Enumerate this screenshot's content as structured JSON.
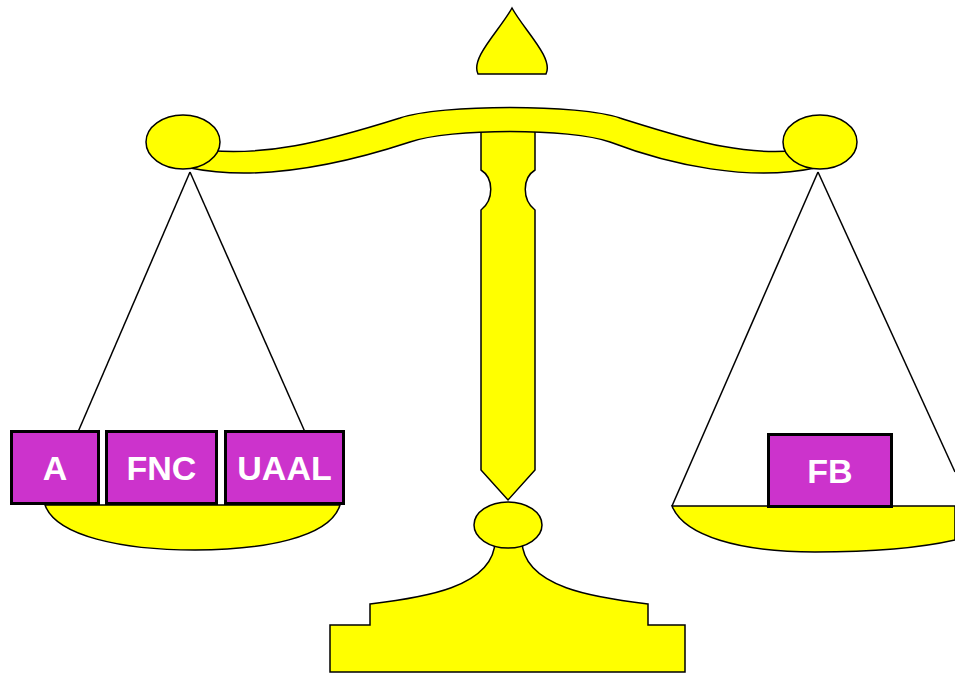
{
  "diagram": {
    "nodes": [
      {
        "text": [
          "A"
        ]
      },
      {
        "text": [
          "FNC"
        ]
      },
      {
        "text": [
          "UAAL"
        ]
      },
      {
        "text": [
          "FB"
        ]
      }
    ]
  }
}
